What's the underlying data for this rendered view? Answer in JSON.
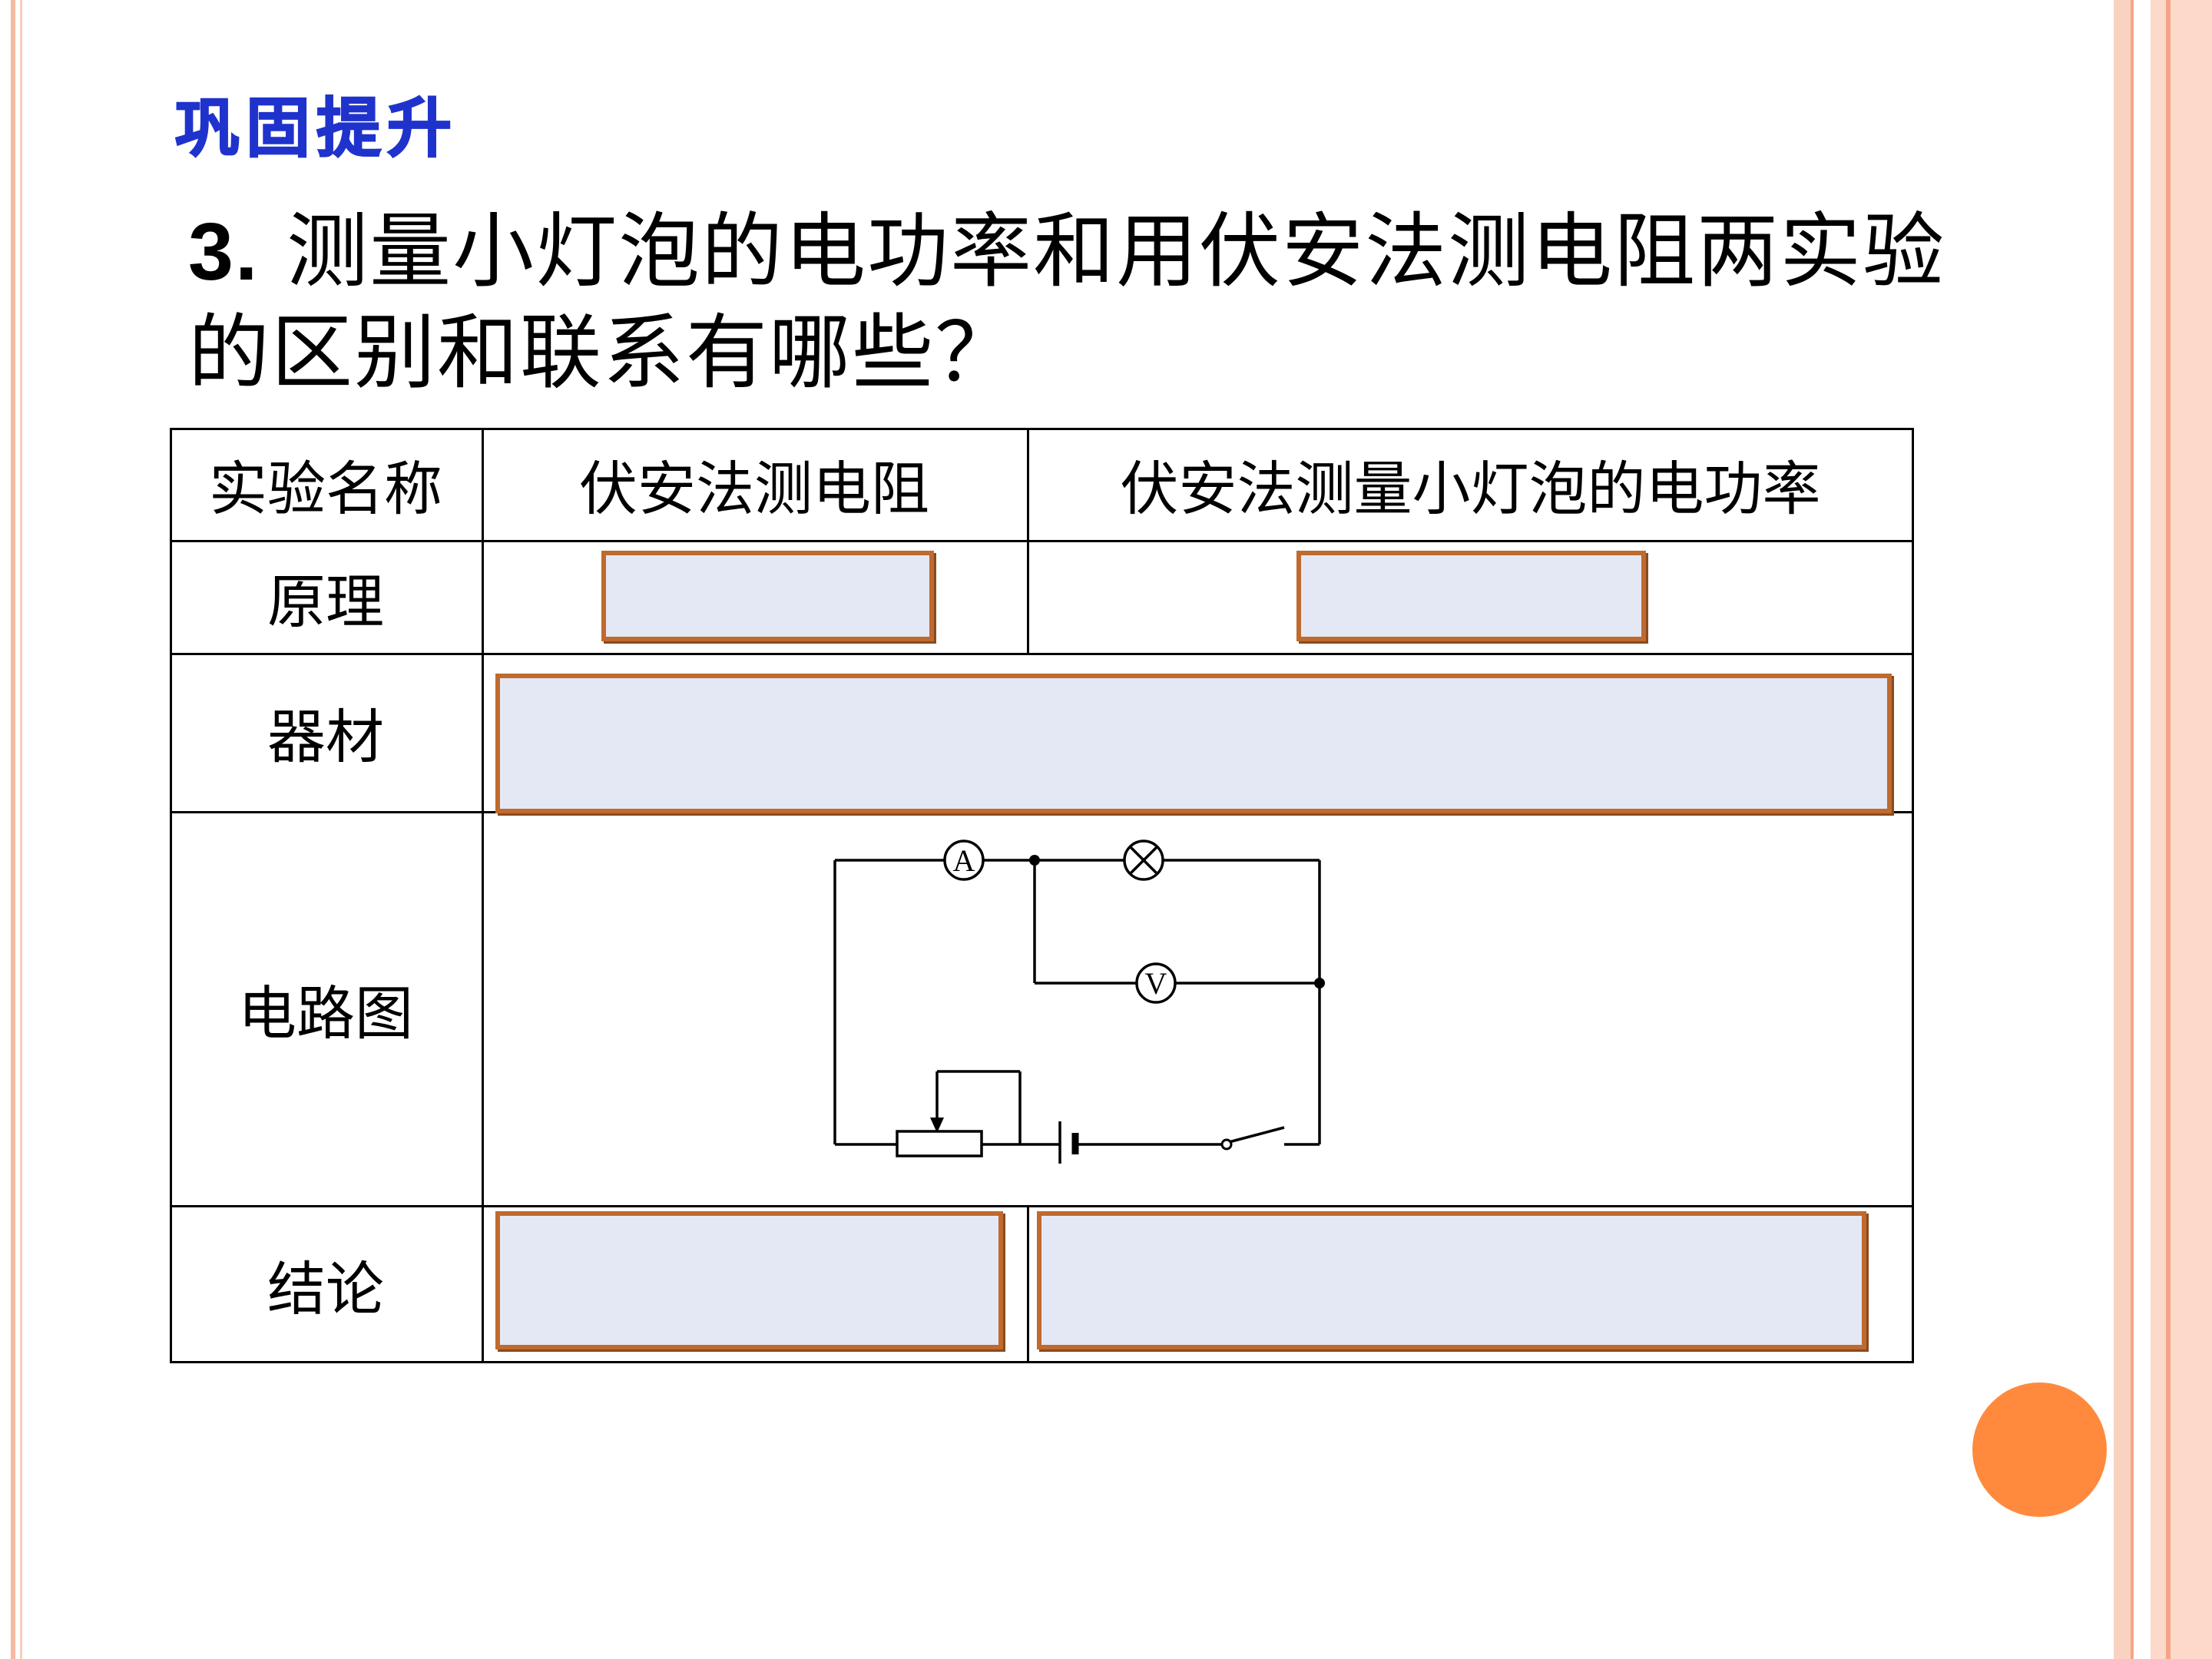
{
  "heading": "巩固提升",
  "question": {
    "number": "3.",
    "text": "测量小灯泡的电功率和用伏安法测电阻两实验的区别和联系有哪些？"
  },
  "table": {
    "header": [
      "实验名称",
      "伏安法测电阻",
      "伏安法测量小灯泡的电功率"
    ],
    "rows": [
      "原理",
      "器材",
      "电路图",
      "结论"
    ]
  },
  "circuit": {
    "ammeter_label": "A",
    "voltmeter_label": "V"
  },
  "colors": {
    "heading": "#1f33cc",
    "answer_fill": "#e4e8f5",
    "answer_border": "#bf6a2e",
    "accent_circle": "#ff8a3d",
    "stripe": "#f7b9a0"
  }
}
